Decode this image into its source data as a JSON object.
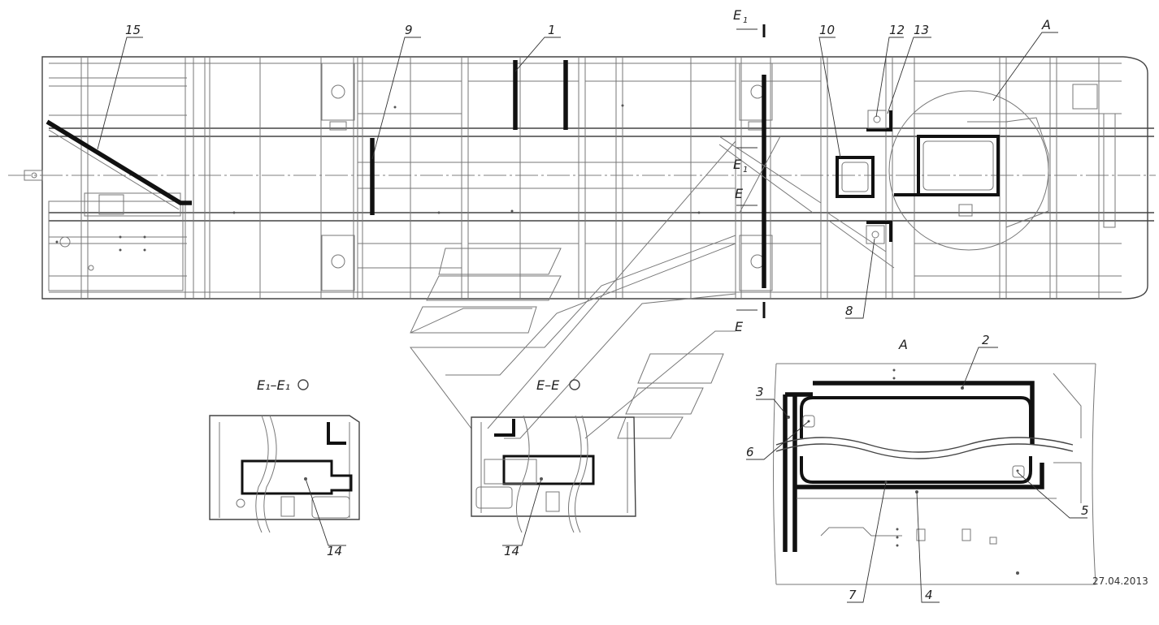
{
  "callouts": {
    "c1": "1",
    "c2": "2",
    "c3": "3",
    "c4": "4",
    "c5": "5",
    "c6": "6",
    "c7": "7",
    "c8": "8",
    "c9": "9",
    "c10": "10",
    "c12": "12",
    "c13": "13",
    "c14a": "14",
    "c14b": "14",
    "c15": "15"
  },
  "section_marks": {
    "e1_top": "E",
    "e1_top_sub": "1",
    "e1_mid": "E",
    "e1_mid_sub": "1",
    "e_mid": "E",
    "e_bottom": "E",
    "detail_a": "A"
  },
  "view_titles": {
    "section_e1": "E₁–E₁",
    "section_e": "E–E",
    "detail_a": "A"
  },
  "date": "27.04.2013"
}
